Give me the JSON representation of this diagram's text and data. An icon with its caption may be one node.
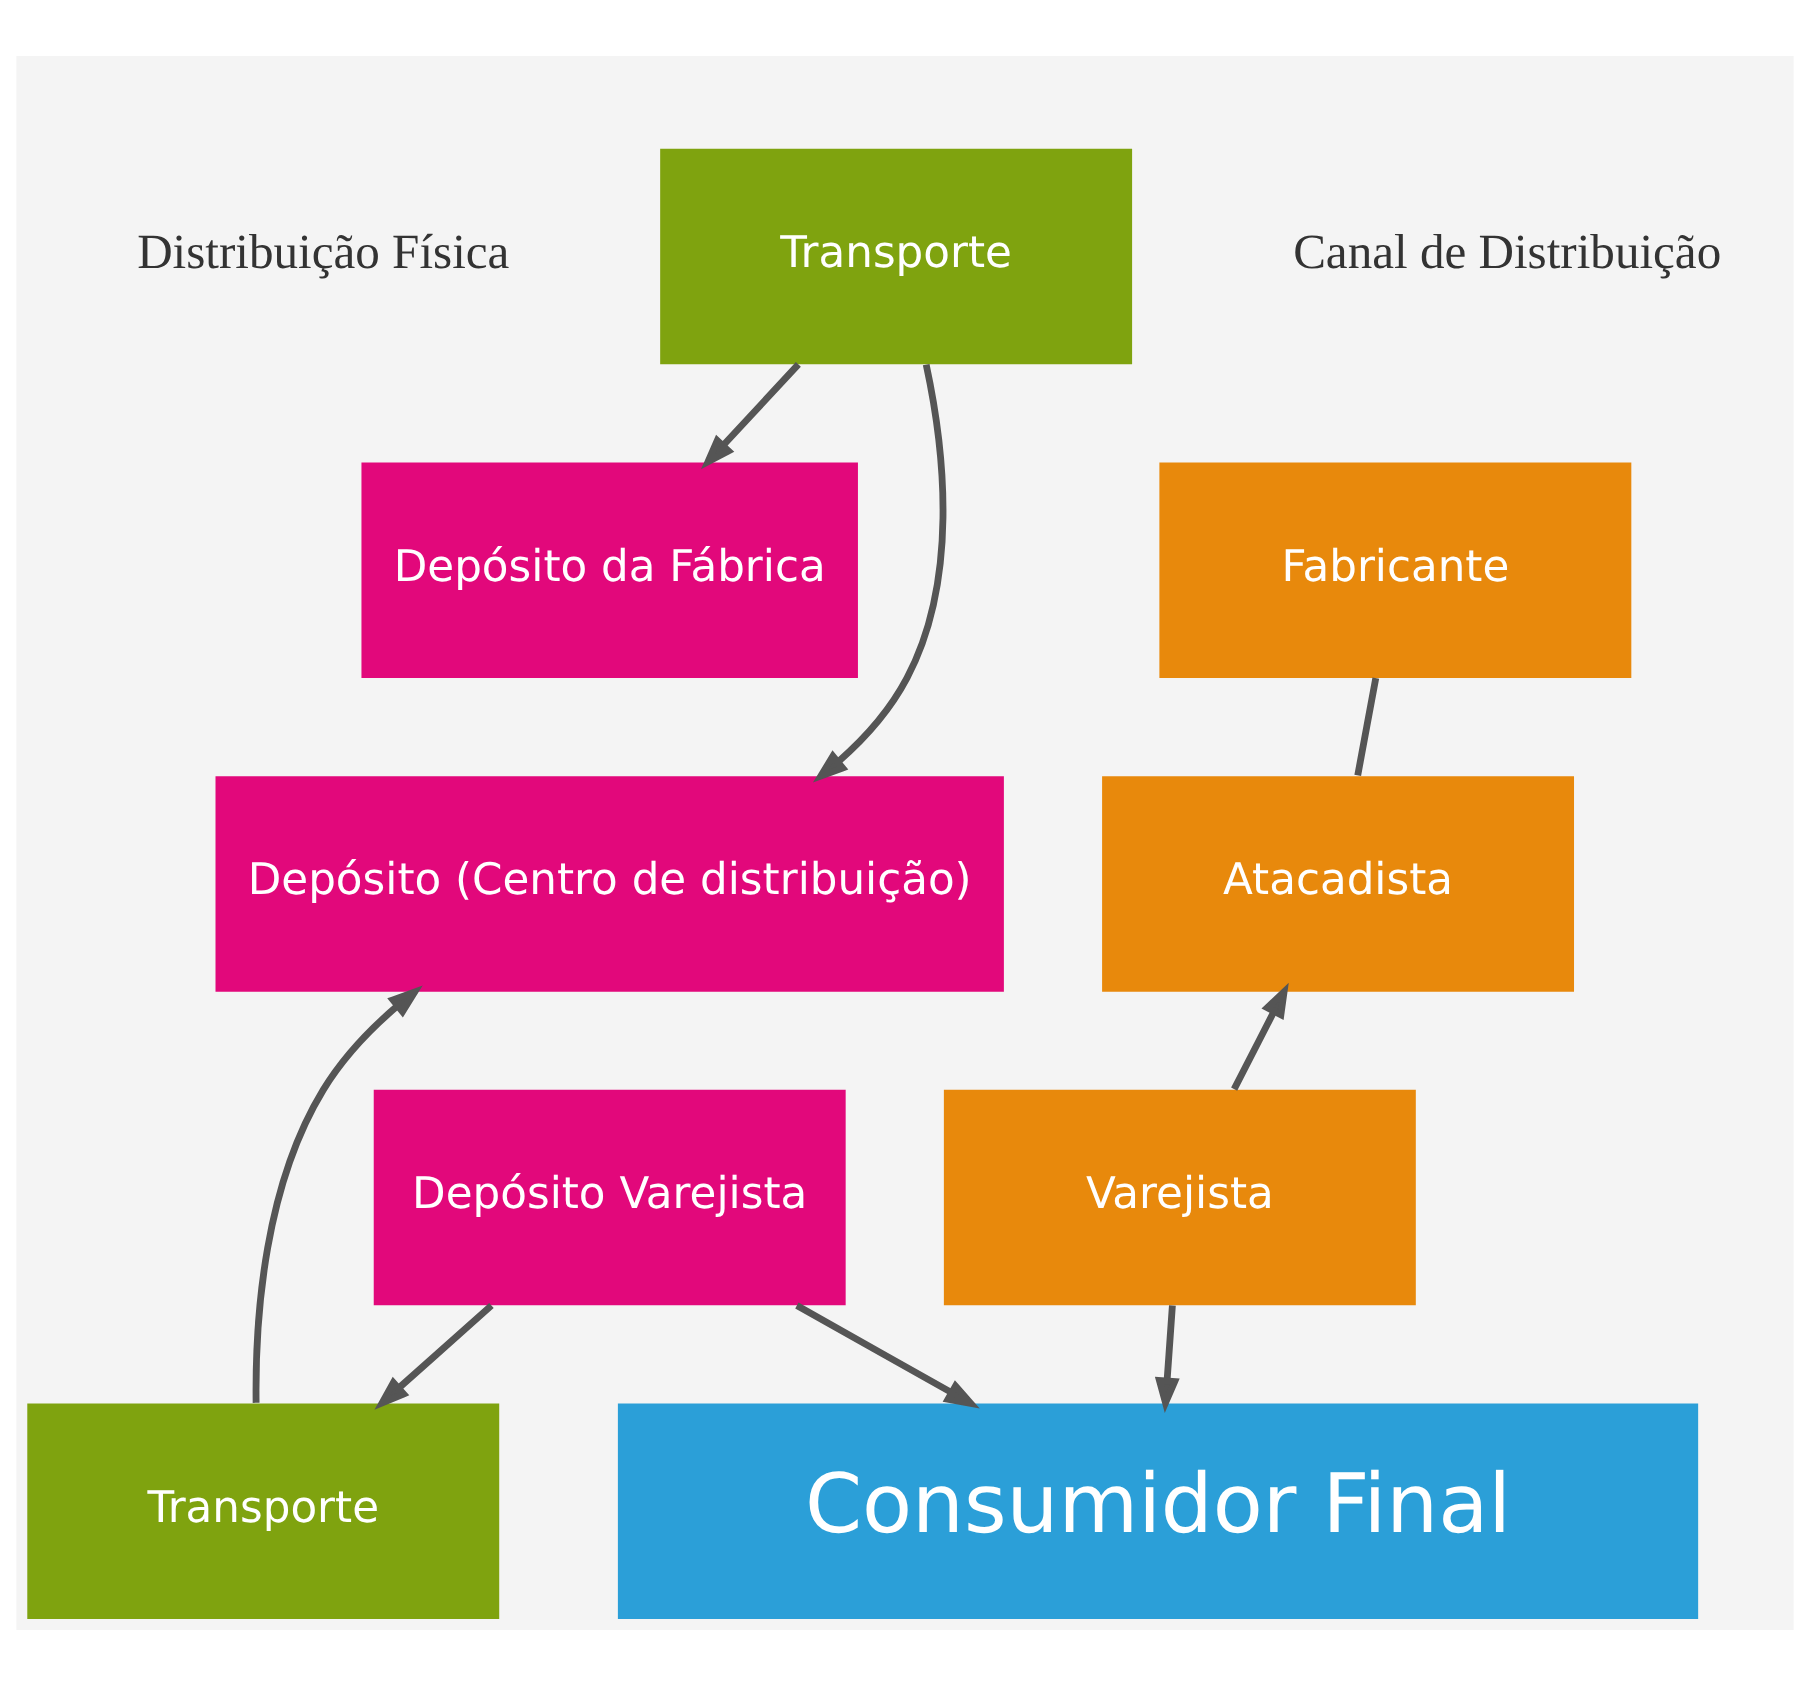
{
  "diagram": {
    "nodes": [
      {
        "text": [
          "Depósito da Fábrica"
        ]
      },
      {
        "text": [
          "Fabricante"
        ]
      },
      {
        "text": [
          "Transporte"
        ]
      },
      {
        "text": [
          "Depósito (Centro de distribuição)"
        ]
      },
      {
        "text": [
          "Atacadista"
        ]
      },
      {
        "text": [
          "Transporte"
        ]
      },
      {
        "text": [
          "Depósito Varejista"
        ]
      },
      {
        "text": [
          "Varejista"
        ]
      },
      {
        "text": [
          "Consumidor Final"
        ]
      }
    ],
    "edges": [
      {
        "from": 2,
        "to": 0,
        "arrow": "to"
      },
      {
        "from": 1,
        "to": 4,
        "arrow": "none"
      },
      {
        "from": 2,
        "to": 3,
        "arrow": "to"
      },
      {
        "from": 5,
        "to": 3,
        "arrow": "to"
      },
      {
        "from": 6,
        "to": 5,
        "arrow": "to"
      },
      {
        "from": 7,
        "to": 4,
        "arrow": "to"
      },
      {
        "from": 6,
        "to": 8,
        "arrow": "to"
      },
      {
        "from": 7,
        "to": 8,
        "arrow": "to"
      }
    ],
    "labels": [
      "Distribuição Física",
      "Canal de Distribuição"
    ]
  }
}
